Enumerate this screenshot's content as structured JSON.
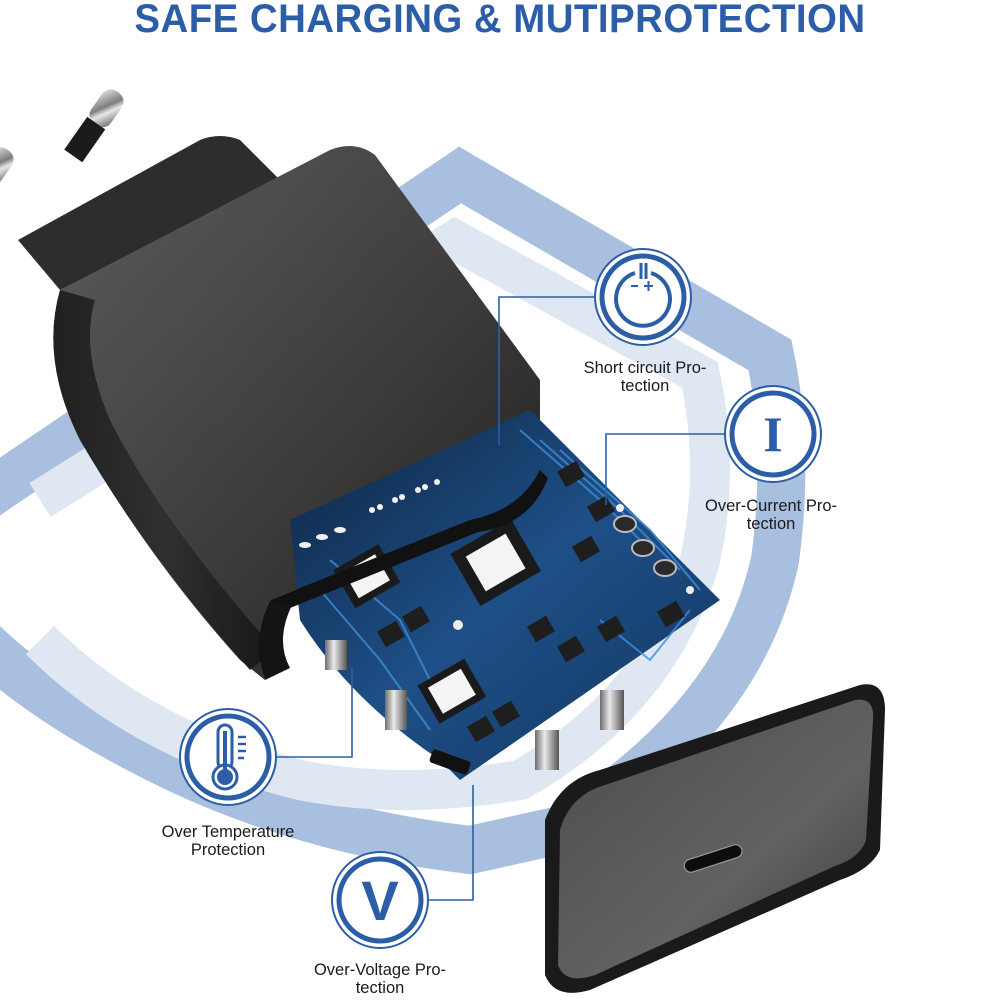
{
  "title": "SAFE CHARGING & MUTIPROTECTION",
  "colors": {
    "title": "#2c5ea8",
    "icon_blue": "#2c5ea8",
    "shield_band": "#a9bfe0",
    "shield_band_light": "#dfe7f3",
    "charger_body": "#2b2b2b",
    "pcb_blue": "#1f4e86"
  },
  "product": {
    "name": "charger",
    "plug_type": "EU two-pin",
    "port": "USB-C"
  },
  "features": [
    {
      "id": "short-circuit",
      "icon": "power-plus-minus-icon",
      "line1": "Short circuit Pro-",
      "line2": "tection"
    },
    {
      "id": "over-current",
      "icon": "current-I-icon",
      "glyph": "I",
      "line1": "Over-Current Pro-",
      "line2": "tection"
    },
    {
      "id": "over-temperature",
      "icon": "thermometer-icon",
      "line1": "Over Temperature",
      "line2": "Protection"
    },
    {
      "id": "over-voltage",
      "icon": "voltage-V-icon",
      "glyph": "V",
      "line1": "Over-Voltage Pro-",
      "line2": "tection"
    }
  ]
}
